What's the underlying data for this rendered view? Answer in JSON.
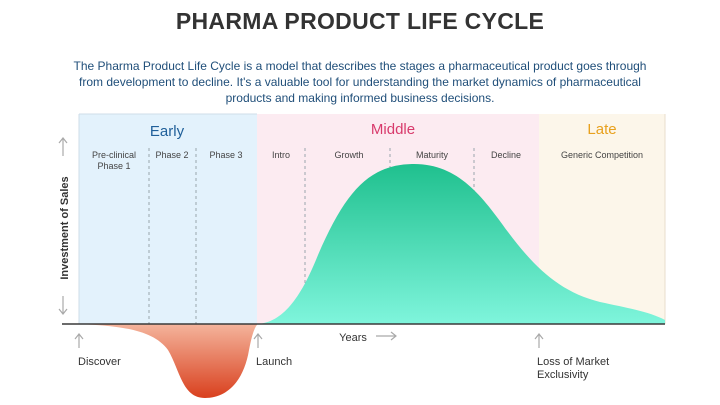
{
  "title": "PHARMA PRODUCT LIFE CYCLE",
  "description": "The Pharma Product Life Cycle is a model that describes the stages a pharmaceutical product goes through from development to decline. It's a valuable tool for understanding the market dynamics of pharmaceutical products and making informed business decisions.",
  "phases": [
    {
      "name": "Early",
      "color": "#1f5f99",
      "bg": "#e3f2fc"
    },
    {
      "name": "Middle",
      "color": "#d83a6c",
      "bg": "#fcebf1"
    },
    {
      "name": "Late",
      "color": "#e8a11e",
      "bg": "#fcf6ea"
    }
  ],
  "stages": {
    "preclinical_line1": "Pre-clinical",
    "preclinical_line2": "Phase 1",
    "phase2": "Phase 2",
    "phase3": "Phase 3",
    "intro": "Intro",
    "growth": "Growth",
    "maturity": "Maturity",
    "decline": "Decline",
    "generic": "Generic Competition"
  },
  "axes": {
    "y_label": "Investment of Sales",
    "x_label": "Years"
  },
  "milestones": {
    "discover": "Discover",
    "launch": "Launch",
    "loss_line1": "Loss of Market",
    "loss_line2": "Exclusivity"
  },
  "colors": {
    "investment_top": "#f4b49c",
    "investment_bottom": "#d9401e",
    "sales_top": "#1fc08e",
    "sales_bottom": "#7ff5dc",
    "arrow": "#a9a9a9",
    "stage_text": "#444444"
  }
}
